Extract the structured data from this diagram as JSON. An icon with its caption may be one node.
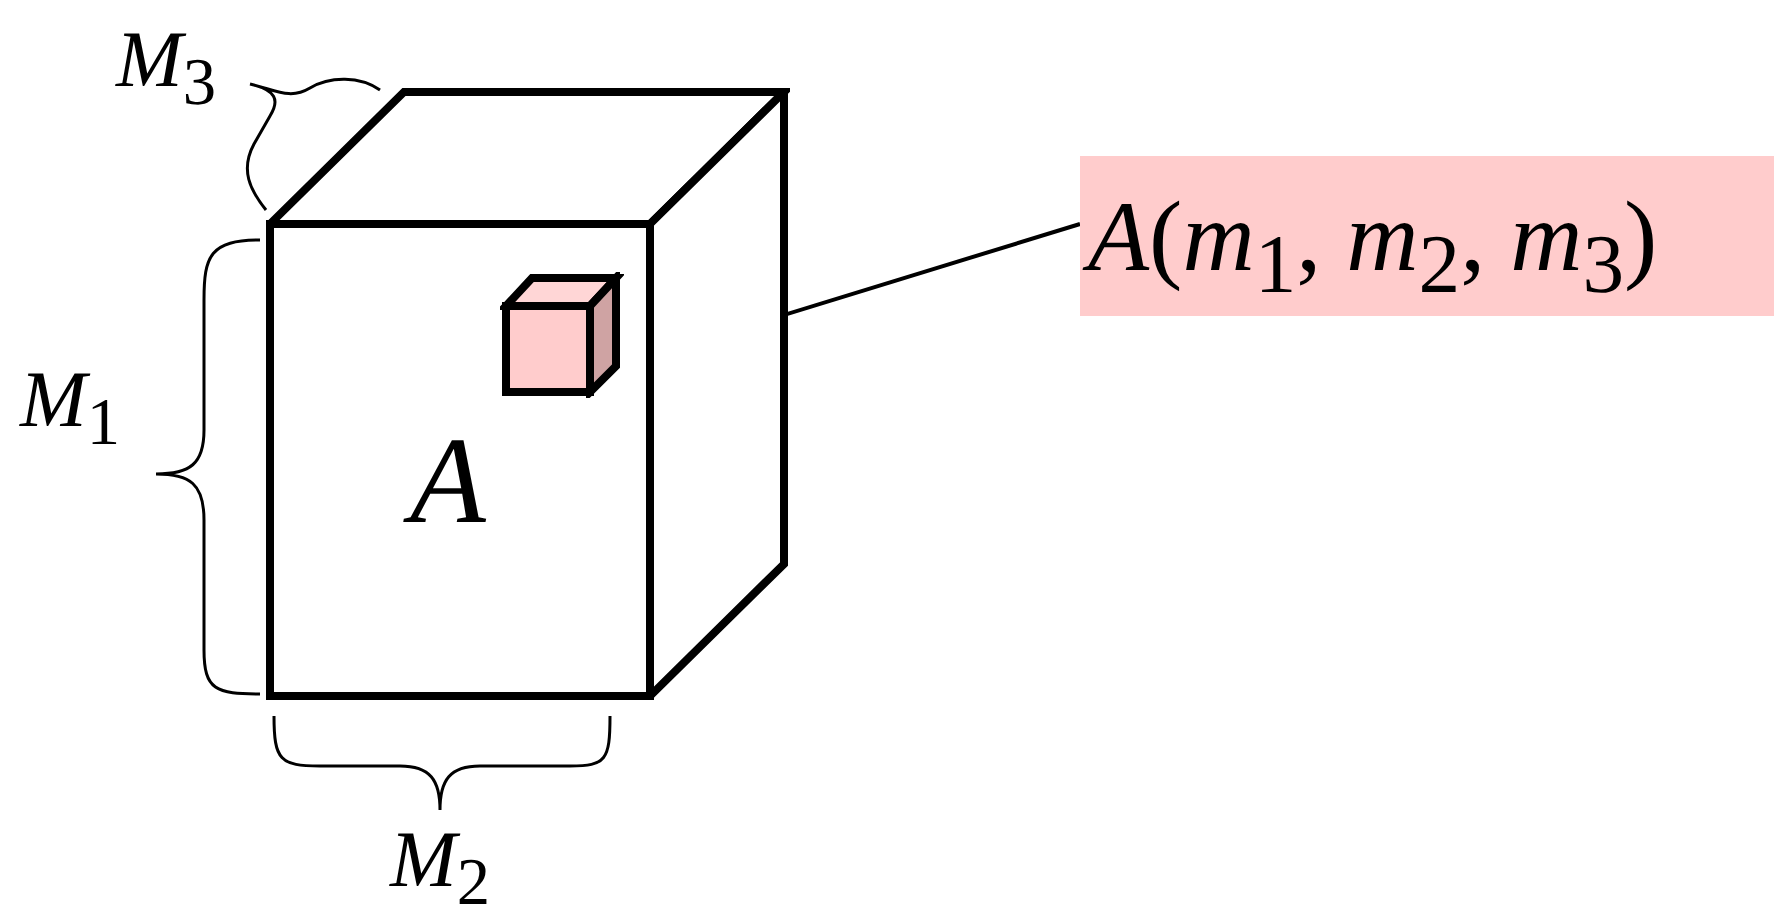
{
  "diagram": {
    "nodes": [
      {
        "text": [
          "A"
        ]
      },
      {
        "text": [],
        "shape": "box",
        "in": 0
      },
      {
        "text": [
          "*A*(*m*$_{1}$, *m*$_{2}$, *m*$_{3}$)"
        ]
      }
    ],
    "edges": [
      {
        "from": 2,
        "to": 1,
        "arrow": "none"
      }
    ],
    "labels": [
      "*M*$_{3}$",
      "*M*$_{1}$",
      "*M*$_{2}$"
    ]
  }
}
